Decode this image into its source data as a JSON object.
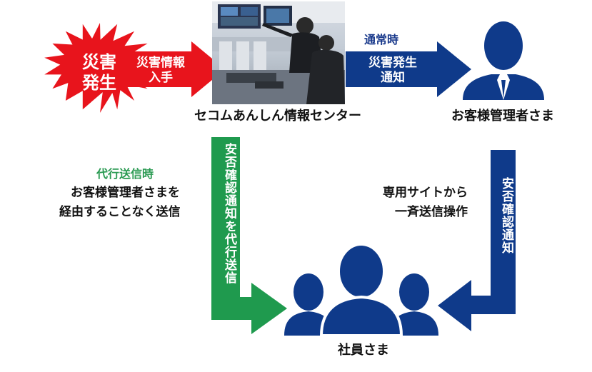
{
  "colors": {
    "red": "#e8141c",
    "navy": "#0f3a8a",
    "green": "#1f9a4e",
    "person": "#0f3a8a"
  },
  "disaster": {
    "line1": "災害",
    "line2": "発生"
  },
  "red_arrow": {
    "line1": "災害情報",
    "line2": "入手"
  },
  "center": {
    "label": "セコムあんしん情報センター",
    "photo": "monitoring-room-photo"
  },
  "normal": {
    "label": "通常時",
    "arrow_line1": "災害発生",
    "arrow_line2": "通知"
  },
  "admin": {
    "label": "お客様管理者さま"
  },
  "proxy": {
    "label": "代行送信時",
    "desc_line1": "お客様管理者さまを",
    "desc_line2": "経由することなく送信",
    "arrow_text": "安否確認通知を代行送信"
  },
  "site": {
    "desc_line1": "専用サイトから",
    "desc_line2": "一斉送信操作",
    "arrow_text": "安否確認通知"
  },
  "employees": {
    "label": "社員さま"
  }
}
